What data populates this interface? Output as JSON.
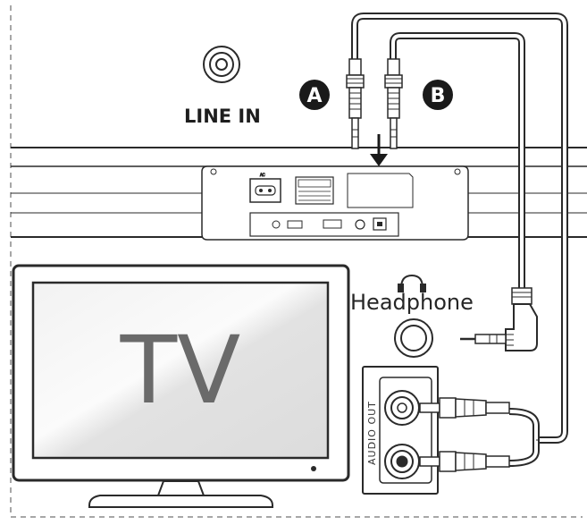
{
  "labels": {
    "line_in": "LINE IN",
    "marker_a": "A",
    "marker_b": "B",
    "headphone": "Headphone",
    "tv": "TV",
    "audio_out": "AUDIO OUT"
  },
  "colors": {
    "line": "#2a2a2a",
    "marker_fill": "#1a1a1a",
    "tv_screen": "#e8e8e8",
    "border_dash": "#8a8a8a"
  },
  "icons": [
    "line-in-jack-icon",
    "headphone-icon",
    "arrow-down-icon",
    "rca-jack-icon",
    "plug-icon"
  ]
}
